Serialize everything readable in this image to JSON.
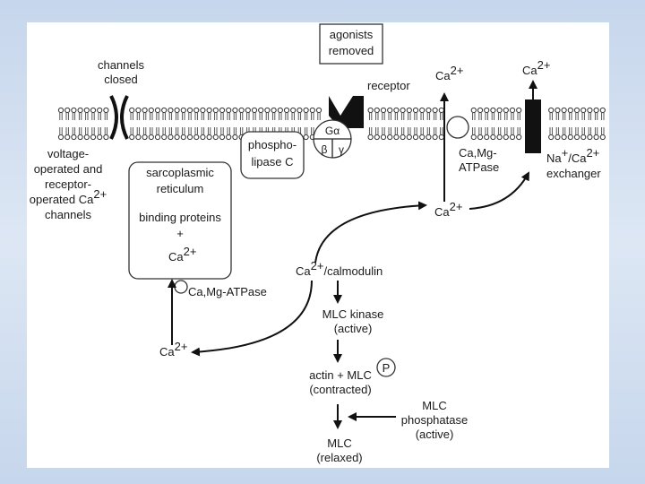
{
  "labels": {
    "agonists_line1": "agonists",
    "agonists_line2": "removed",
    "channels_line1": "channels",
    "channels_line2": "closed",
    "receptor": "receptor",
    "ca": "Ca",
    "ca_sup": "2+",
    "g_alpha": "Gα",
    "g_beta": "β",
    "g_gamma": "γ",
    "phospho_line1": "phospho-",
    "phospho_line2": "lipase C",
    "voltage_line1": "voltage-",
    "voltage_line2": "operated and",
    "voltage_line3": "receptor-",
    "voltage_line4": "operated Ca",
    "voltage_line5": "channels",
    "sr_line1": "sarcoplasmic",
    "sr_line2": "reticulum",
    "sr_line3": "binding proteins",
    "sr_line4": "+",
    "ca_atpase_line1": "Ca,Mg-",
    "ca_atpase_line2": "ATPase",
    "sr_atpase": "Ca,Mg-ATPase",
    "exchanger_line1_pre": "Na",
    "exchanger_line1_mid": "+",
    "exchanger_line1_post": "/Ca",
    "exchanger_line2": "exchanger",
    "calmodulin": "/calmodulin",
    "mlck_line1": "MLC  kinase",
    "mlck_line2": "(active)",
    "actin_line1": "actin + MLC",
    "actin_line2": "(contracted)",
    "p": "P",
    "phosphatase_line1": "MLC",
    "phosphatase_line2": "phosphatase",
    "phosphatase_line3": "(active)",
    "mlc_line1": "MLC",
    "mlc_line2": "(relaxed)"
  },
  "colors": {
    "background": "#ffffff",
    "frame": "#c6d6ec",
    "ink": "#111111"
  }
}
